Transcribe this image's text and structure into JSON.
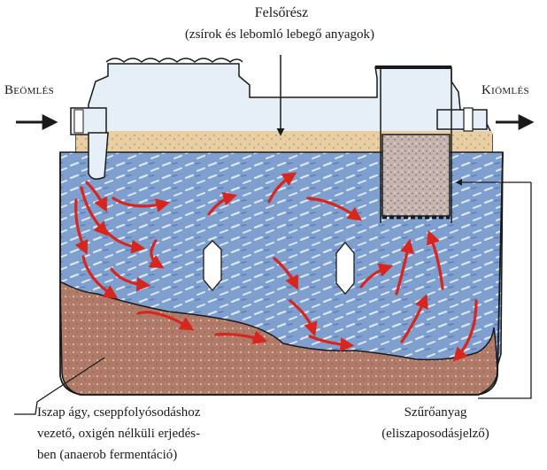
{
  "labels": {
    "top_title": "Felsőrész",
    "top_subtitle": "(zsírok és lebomló lebegő anyagok)",
    "inlet": "Beömlés",
    "outlet": "Kiömlés",
    "sludge_line1": "Iszap ágy, cseppfolyósodáshoz",
    "sludge_line2": "vezető, oxigén nélküli erjedés-",
    "sludge_line3": "ben (anaerob fermentáció)",
    "filter_line1": "Szűrőanyag",
    "filter_line2": "(eliszaposodásjelző)"
  },
  "colors": {
    "water": "#7f9fcf",
    "water_dark": "#5c7fb8",
    "water_light": "#dfe9f6",
    "scum": "#e8cfa3",
    "sludge": "#b07a68",
    "tank_wall": "#e6eef7",
    "flow_arrow": "#d8251d",
    "outline": "#1a1a1a"
  }
}
